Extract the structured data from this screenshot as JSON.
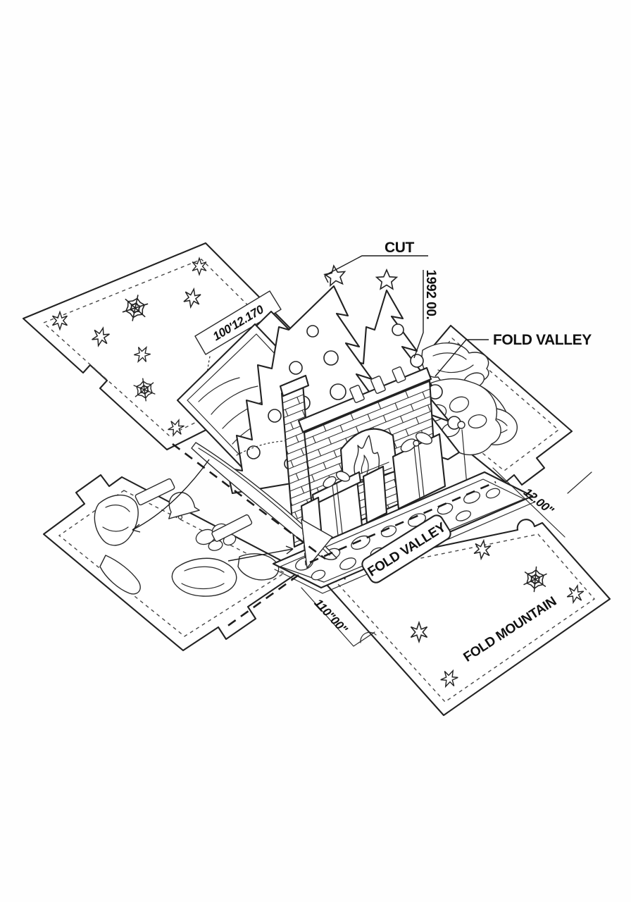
{
  "meta": {
    "title": "Pop-up Christmas card die-line diagram",
    "style": "black line art on white paper"
  },
  "colors": {
    "ink": "#222222",
    "paper": "#ffffff",
    "dash": "#474747"
  },
  "annotations": {
    "cut": "CUT",
    "dim_vertical": "1992 00.",
    "dim_top_left": "100'12.170",
    "fold_valley_callout": "FOLD VALLEY",
    "fold_valley_tag": "FOLD VALLEY",
    "dim_right": "12.00\"",
    "dim_bottom_left": "110\"00\"",
    "fold_mountain": "FOLD MOUNTAIN"
  },
  "scene": {
    "panels": [
      "top-left panel with snowflake cutouts",
      "right panel with crumpled cutout pieces",
      "bottom-left panel with loose cutout pieces",
      "bottom-right panel with snowflake cutouts"
    ],
    "popup_elements": [
      "two christmas trees with star toppers and ball ornaments",
      "brick fireplace with arched firebox and flames",
      "gift boxes with ribbon bows",
      "cobblestone hearth platform",
      "backdrop card layers"
    ]
  }
}
